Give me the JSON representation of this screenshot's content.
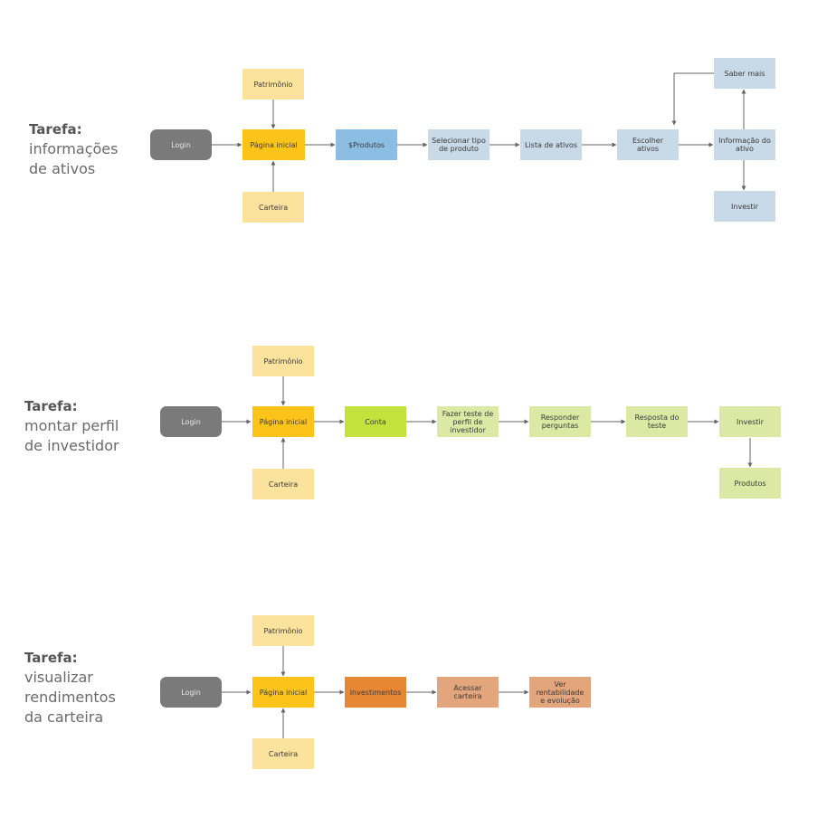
{
  "colors": {
    "login": "#7a7a7a",
    "patrimonio": "#fbe39e",
    "home": "#fcc419",
    "produtos": "#8cbde3",
    "blue_light": "#c8d9e8",
    "conta": "#c5e23c",
    "green_light": "#dce9a5",
    "investimentos": "#e88733",
    "orange_light": "#e3a57c",
    "arrow": "#666666"
  },
  "flows": [
    {
      "task": {
        "label": "Tarefa:",
        "lines": [
          "informações",
          "de ativos"
        ]
      },
      "nodes": {
        "login": "Login",
        "patrimonio": "Patrimônio",
        "home": "Página inicial",
        "carteira": "Carteira",
        "produtos": "$Produtos",
        "tipo": "Selecionar tipo de produto",
        "lista": "Lista de ativos",
        "escolher": "Escolher ativos",
        "info": "Informação do ativo",
        "saber": "Saber mais",
        "investir": "Investir"
      }
    },
    {
      "task": {
        "label": "Tarefa:",
        "lines": [
          "montar perfil",
          "de investidor"
        ]
      },
      "nodes": {
        "login": "Login",
        "patrimonio": "Patrimônio",
        "home": "Página inicial",
        "carteira": "Carteira",
        "conta": "Conta",
        "teste": "Fazer teste de perfil de investidor",
        "responder": "Responder perguntas",
        "resposta": "Resposta do teste",
        "investir": "Investir",
        "produtos": "Produtos"
      }
    },
    {
      "task": {
        "label": "Tarefa:",
        "lines": [
          "visualizar",
          "rendimentos",
          "da carteira"
        ]
      },
      "nodes": {
        "login": "Login",
        "patrimonio": "Patrimônio",
        "home": "Página inicial",
        "carteira": "Carteira",
        "investimentos": "Investimentos",
        "acessar": "Acessar carteira",
        "ver": "Ver rentabilidade e evolução"
      }
    }
  ]
}
